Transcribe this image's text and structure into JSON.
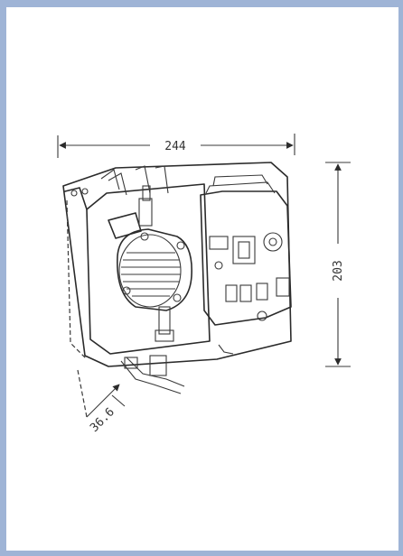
{
  "drawing": {
    "width_label": "244",
    "height_label": "203",
    "depth_label": "36.6"
  },
  "colors": {
    "frame": "#9fb4d6",
    "ink": "#2b2b2b"
  }
}
